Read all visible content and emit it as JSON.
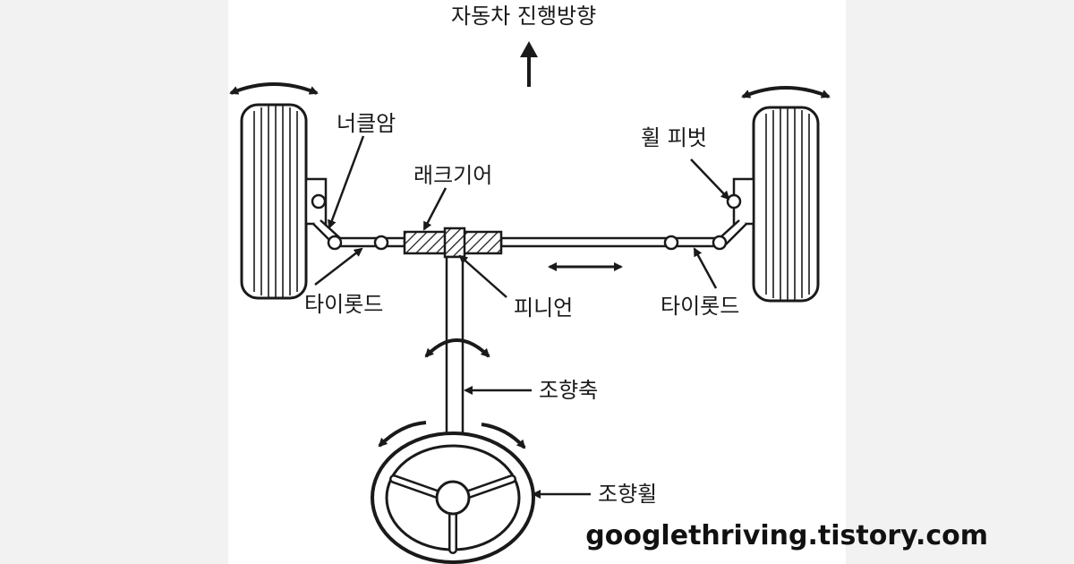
{
  "diagram": {
    "direction_label": "자동차 진행방향",
    "knuckle_arm": "너클암",
    "wheel_pivot": "휠 피벗",
    "rack_gear": "래크기어",
    "tie_rod_left": "타이롯드",
    "tie_rod_right": "타이롯드",
    "pinion": "피니언",
    "steering_shaft": "조향축",
    "steering_wheel": "조향휠"
  },
  "watermark": "googlethriving.tistory.com",
  "colors": {
    "background": "#f2f2f2",
    "panel": "#ffffff",
    "line": "#1a1a1a"
  }
}
